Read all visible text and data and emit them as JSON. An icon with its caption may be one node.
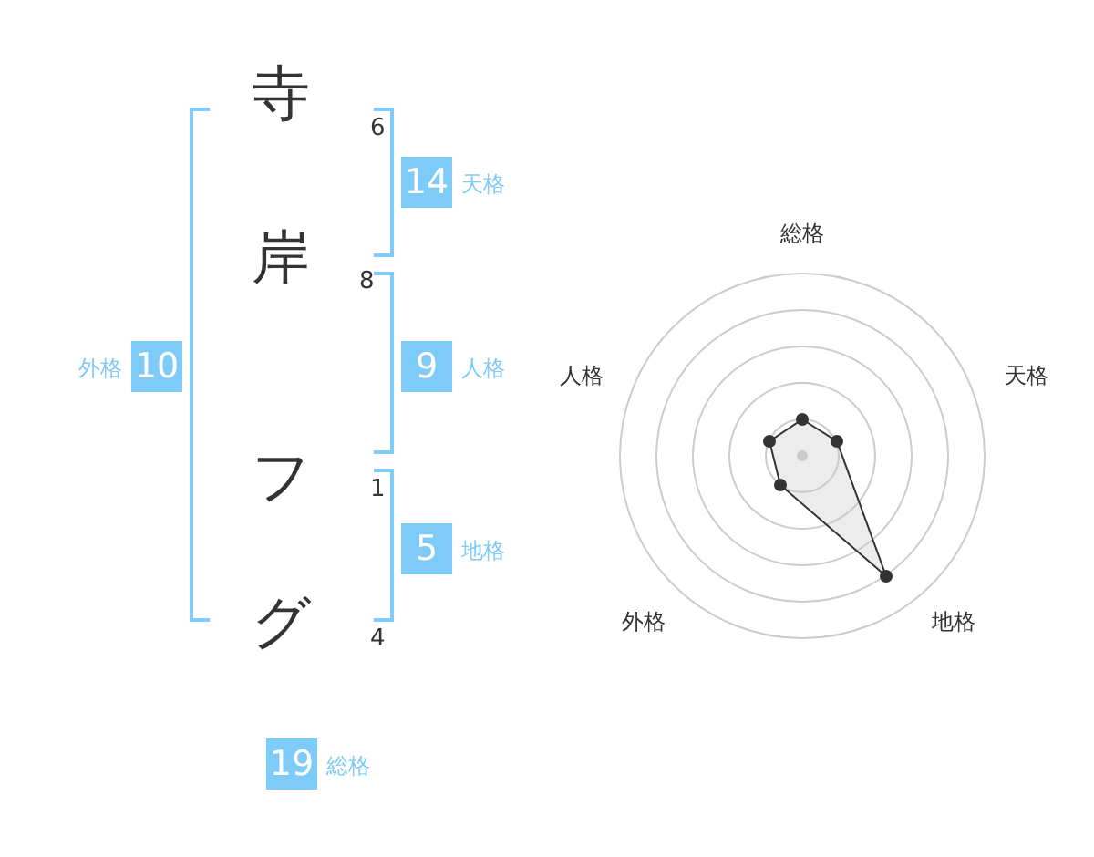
{
  "diagram": {
    "nodes": [
      {
        "text": [
          "14"
        ],
        "beside": [
          "天格"
        ]
      },
      {
        "text": [
          "10"
        ],
        "beside": [
          "外格"
        ]
      },
      {
        "text": [
          "9"
        ],
        "beside": [
          "人格"
        ]
      },
      {
        "text": [
          "5"
        ],
        "beside": [
          "地格"
        ]
      },
      {
        "text": [
          "19"
        ],
        "beside": [
          "総格"
        ]
      }
    ],
    "labels": [
      "寺",
      "6",
      "岸",
      "8",
      "フ",
      "1",
      "グ",
      "4",
      "総格",
      "人格",
      "天格",
      "外格",
      "地格"
    ]
  }
}
